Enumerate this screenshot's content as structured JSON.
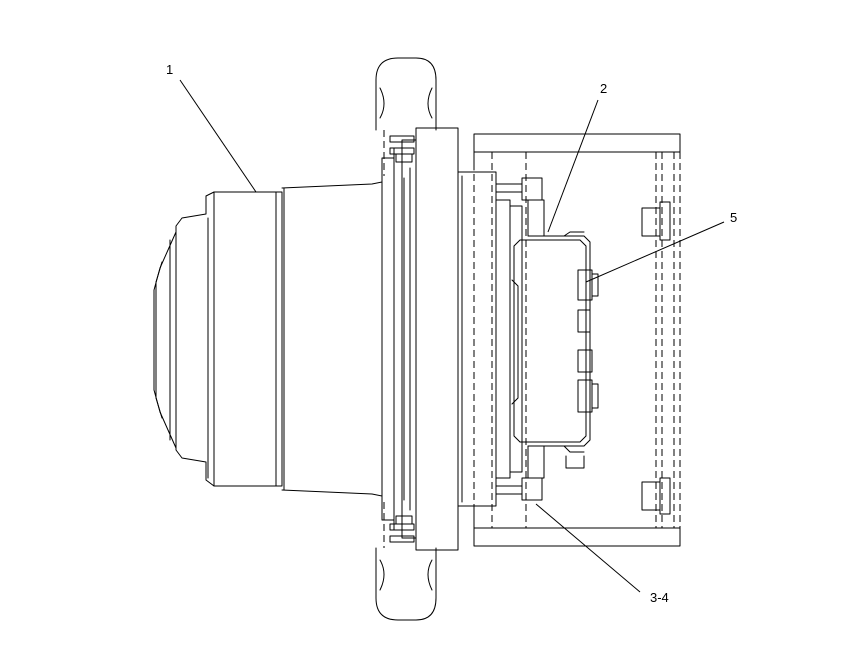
{
  "callouts": {
    "c1": "1",
    "c2": "2",
    "c34": "3-4",
    "c5": "5"
  },
  "colors": {
    "line": "#000000",
    "background": "#ffffff"
  }
}
